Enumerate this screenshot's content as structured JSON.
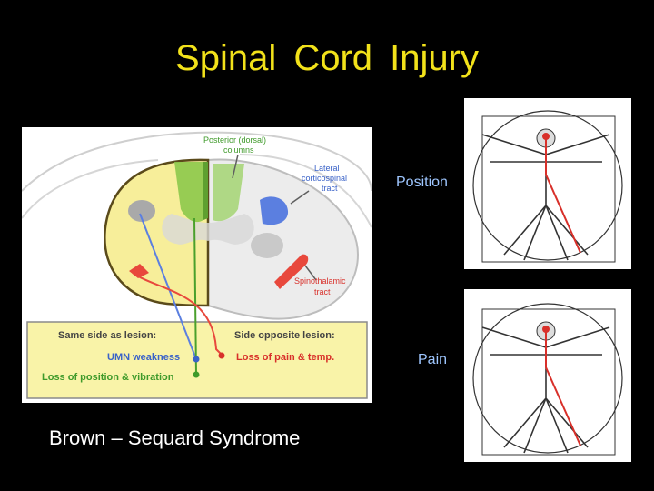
{
  "slide": {
    "title": "Spinal  Cord  Injury",
    "caption": "Brown – Sequard Syndrome",
    "position_label": "Position",
    "pain_label": "Pain"
  },
  "diagram": {
    "posterior_label_1": "Posterior (dorsal)",
    "posterior_label_2": "columns",
    "lateral_label_1": "Lateral",
    "lateral_label_2": "corticospinal",
    "lateral_label_3": "tract",
    "spinothalamic_label_1": "Spinothalamic",
    "spinothalamic_label_2": "tract",
    "same_side_heading": "Same side as lesion:",
    "opposite_side_heading": "Side opposite lesion:",
    "umn_weakness": "UMN weakness",
    "loss_position_vibration": "Loss of position & vibration",
    "loss_pain_temp": "Loss of pain & temp."
  },
  "colors": {
    "title": "#f2e21a",
    "lesion_fill": "#f7ee9a",
    "legend_fill": "#f9f3a8",
    "posterior_green": "#8cc84b",
    "corticospinal_blue": "#5b7fe0",
    "spinothalamic_red": "#e8483c",
    "umn_text": "#3a62c8",
    "vibration_text": "#3f9a2a",
    "pain_text": "#d8302a"
  }
}
